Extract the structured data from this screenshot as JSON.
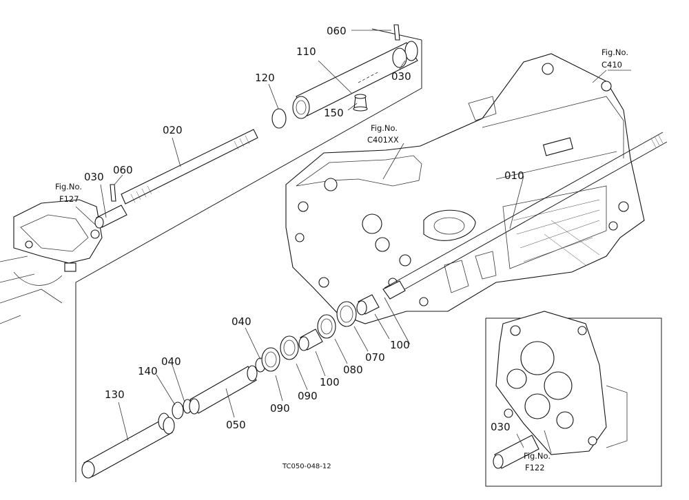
{
  "diagram_code": "TC050-048-12",
  "part_labels": {
    "p060_top": "060",
    "p110": "110",
    "p030_top": "030",
    "p120": "120",
    "p150": "150",
    "p020": "020",
    "p030_left": "030",
    "p060_left": "060",
    "p010": "010",
    "p040_a": "040",
    "p040_b": "040",
    "p140": "140",
    "p130": "130",
    "p050": "050",
    "p090_a": "090",
    "p090_b": "090",
    "p100_a": "100",
    "p100_b": "100",
    "p080": "080",
    "p070": "070",
    "p030_bottom": "030"
  },
  "figure_refs": {
    "c410": {
      "line1": "Fig.No.",
      "line2": "C410"
    },
    "c401xx": {
      "line1": "Fig.No.",
      "line2": "C401XX"
    },
    "f127": {
      "line1": "Fig.No.",
      "line2": "F127"
    },
    "f122": {
      "line1": "Fig.No.",
      "line2": "F122"
    }
  }
}
